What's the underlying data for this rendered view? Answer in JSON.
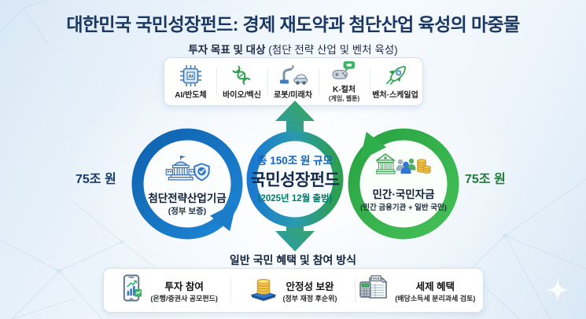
{
  "title": "대한민국 국민성장펀드: 경제 재도약과 첨단산업 육성의 마중물",
  "top_section": {
    "heading": "투자 목표 및 대상",
    "heading_note": "(첨단 전략 산업 및 벤처 육성)",
    "items": [
      {
        "icon": "ai-chip-icon",
        "label": "AI/반도체"
      },
      {
        "icon": "dna-icon",
        "label": "바이오/백신"
      },
      {
        "icon": "robot-future-car-icon",
        "label": "로봇/미래차"
      },
      {
        "icon": "game-controller-icon",
        "label": "K-컬처",
        "sublabel": "(게임, 웹툰)"
      },
      {
        "icon": "rocket-icon",
        "label": "벤처·스케일업"
      }
    ]
  },
  "diagram": {
    "left": {
      "amount": "75조 원",
      "title": "첨단전략산업기금",
      "subtitle": "(정부 보증)",
      "icon": "government-building-shield-icon",
      "ring_color": "#1168b5"
    },
    "center": {
      "line1": "총 150조 원 규모",
      "line2": "국민성장펀드",
      "line3": "(2025년 12월 출범)"
    },
    "right": {
      "amount": "75조 원",
      "title": "민간·국민자금",
      "subtitle": "(민간 금융기관 + 일반 국민)",
      "icon": "bank-people-coins-icon",
      "ring_color": "#2fae4c"
    }
  },
  "bottom_section": {
    "heading": "일반 국민 혜택 및 참여 방식",
    "items": [
      {
        "icon": "phone-investment-icon",
        "title": "투자 참여",
        "subtitle": "(은행/증권사 공모펀드)"
      },
      {
        "icon": "coin-stack-platform-icon",
        "title": "안정성 보완",
        "subtitle": "(정부 재정 후순위)"
      },
      {
        "icon": "tax-calculator-icon",
        "title": "세제 혜택",
        "subtitle": "(배당소득세 분리과세 검토)"
      }
    ]
  },
  "icon_text": {
    "ai": "AI",
    "tax": "TAX"
  },
  "colors": {
    "title_text": "#1b3764",
    "blue_ring": "#1168b5",
    "green_ring": "#2fae4c",
    "center_line1": "#1565c0",
    "center_line2": "#12294d",
    "center_line3": "#007d6b",
    "left_amount": "#1a3a6b",
    "right_amount": "#1f7c36"
  }
}
